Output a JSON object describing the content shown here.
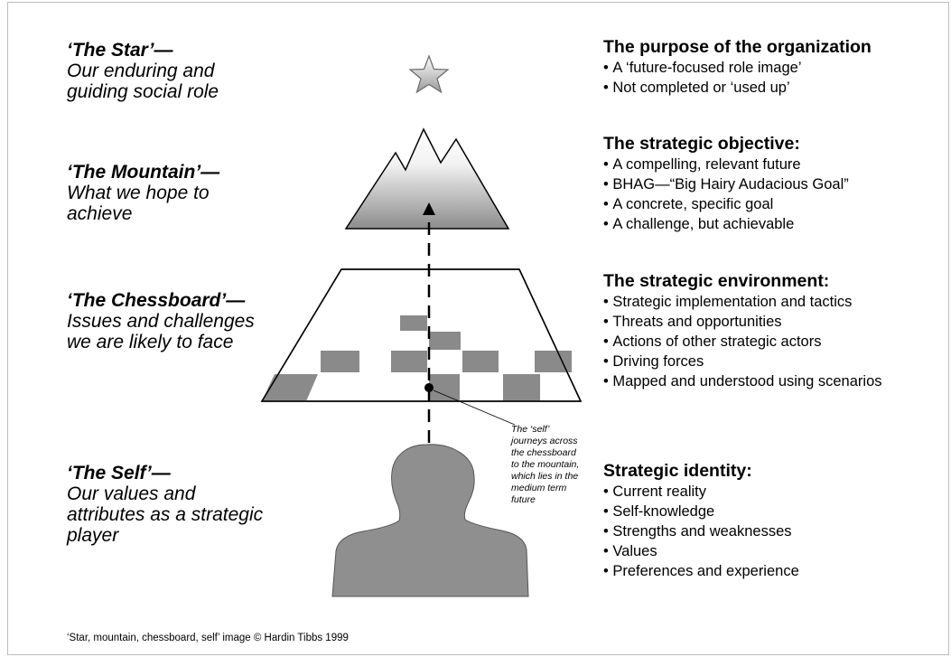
{
  "levels": [
    {
      "title": "‘The Star’—",
      "desc_lines": [
        "Our enduring and",
        "guiding social role"
      ]
    },
    {
      "title": "‘The Mountain’—",
      "desc_lines": [
        "What we hope to",
        "achieve"
      ]
    },
    {
      "title": "‘The Chessboard’—",
      "desc_lines": [
        "Issues and challenges",
        "we are likely to face"
      ]
    },
    {
      "title": "‘The Self’—",
      "desc_lines": [
        "Our values and",
        "attributes as a strategic",
        "player"
      ]
    }
  ],
  "details": [
    {
      "heading": "The purpose of the organization",
      "items": [
        "A ‘future-focused role image’",
        "Not completed or ‘used up’"
      ]
    },
    {
      "heading": "The strategic objective:",
      "items": [
        "A compelling, relevant future",
        "BHAG—“Big Hairy Audacious Goal”",
        "A concrete, specific goal",
        "A challenge, but achievable"
      ]
    },
    {
      "heading": "The strategic environment:",
      "items": [
        "Strategic implementation and tactics",
        "Threats and opportunities",
        "Actions of other strategic actors",
        "Driving forces",
        "Mapped and understood using scenarios"
      ]
    },
    {
      "heading": "Strategic identity:",
      "items": [
        "Current reality",
        "Self-knowledge",
        "Strengths and weaknesses",
        "Values",
        "Preferences and experience"
      ]
    }
  ],
  "annotation_lines": [
    "The ‘self’",
    "journeys across",
    "the chessboard",
    "to the mountain,",
    "which lies in the",
    "medium term",
    "future"
  ],
  "copyright": "‘Star, mountain, chessboard, self’ image © Hardin Tibbs 1999",
  "icons": {
    "star": "star-icon",
    "mountain": "mountain-icon",
    "chessboard": "chessboard-icon",
    "person": "person-silhouette-icon"
  },
  "colors": {
    "square_fill": "#8a8a8a",
    "silhouette": "#8f8f8f",
    "outline": "#000000"
  }
}
